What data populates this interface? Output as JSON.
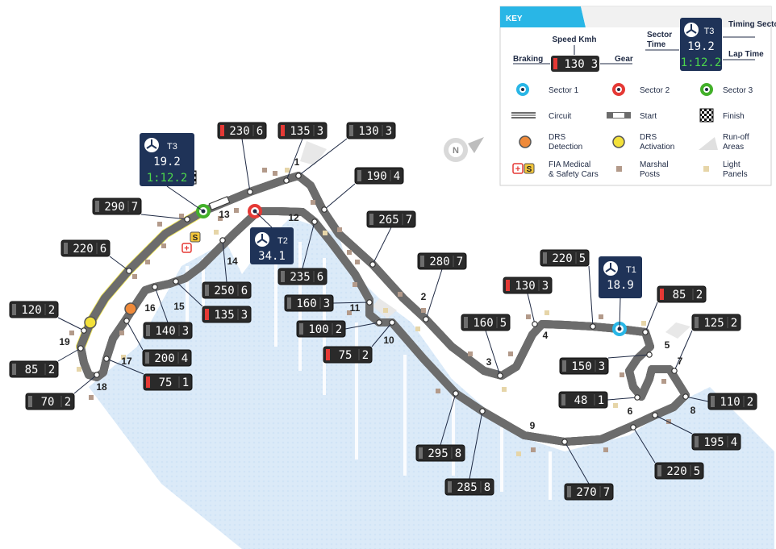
{
  "key": {
    "title": "KEY",
    "speed_label": "Speed Kmh",
    "braking_label": "Braking",
    "gear_label": "Gear",
    "sample_speed": "130",
    "sample_gear": "3",
    "sector_time_label": "Sector Time",
    "timing_sector_label": "Timing Sector",
    "lap_time_label": "Lap Time",
    "sample_sector": "T3",
    "sample_sector_time": "19.2",
    "sample_lap_time": "1:12.2",
    "items": [
      {
        "label": "Sector 1",
        "icon": "sector-1-icon"
      },
      {
        "label": "Sector 2",
        "icon": "sector-2-icon"
      },
      {
        "label": "Sector 3",
        "icon": "sector-3-icon"
      },
      {
        "label": "Circuit",
        "icon": "circuit-icon"
      },
      {
        "label": "Start",
        "icon": "start-icon"
      },
      {
        "label": "Finish",
        "icon": "finish-flag-icon"
      },
      {
        "label": "DRS Detection",
        "icon": "drs-detection-icon"
      },
      {
        "label": "DRS Activation",
        "icon": "drs-activation-icon"
      },
      {
        "label": "Run-off Areas",
        "icon": "runoff-icon"
      },
      {
        "label": "FIA Medical & Safety Cars",
        "icon": "medical-safety-icon"
      },
      {
        "label": "Marshal Posts",
        "icon": "marshal-post-icon"
      },
      {
        "label": "Light Panels",
        "icon": "light-panel-icon"
      }
    ],
    "colors": {
      "header": "#29b6e6",
      "sector1": "#29b6e6",
      "sector2": "#e53935",
      "sector3": "#43b02a",
      "drs_detection": "#ef8a3a",
      "drs_activation": "#f3e13a",
      "marshal": "#b39a8a",
      "light_panel": "#e6d5a8"
    }
  },
  "timing_sectors": [
    {
      "id": "T1",
      "time": "18.9"
    },
    {
      "id": "T2",
      "time": "34.1"
    },
    {
      "id": "T3",
      "time": "19.2",
      "lap_time": "1:12.2"
    }
  ],
  "turns": [
    "1",
    "2",
    "3",
    "4",
    "5",
    "6",
    "7",
    "8",
    "9",
    "10",
    "11",
    "12",
    "13",
    "14",
    "15",
    "16",
    "17",
    "18",
    "19"
  ],
  "speed_boxes": [
    {
      "speed": "230",
      "gear": "6",
      "braking": true
    },
    {
      "speed": "135",
      "gear": "3",
      "braking": true
    },
    {
      "speed": "130",
      "gear": "3",
      "braking": false
    },
    {
      "speed": "190",
      "gear": "4",
      "braking": false
    },
    {
      "speed": "265",
      "gear": "7",
      "braking": false
    },
    {
      "speed": "280",
      "gear": "7",
      "braking": false
    },
    {
      "speed": "220",
      "gear": "5",
      "braking": false
    },
    {
      "speed": "130",
      "gear": "3",
      "braking": true
    },
    {
      "speed": "85",
      "gear": "2",
      "braking": true
    },
    {
      "speed": "125",
      "gear": "2",
      "braking": false
    },
    {
      "speed": "160",
      "gear": "5",
      "braking": false
    },
    {
      "speed": "150",
      "gear": "3",
      "braking": false
    },
    {
      "speed": "48",
      "gear": "1",
      "braking": false
    },
    {
      "speed": "110",
      "gear": "2",
      "braking": false
    },
    {
      "speed": "195",
      "gear": "4",
      "braking": false
    },
    {
      "speed": "220",
      "gear": "5",
      "braking": false
    },
    {
      "speed": "270",
      "gear": "7",
      "braking": false
    },
    {
      "speed": "285",
      "gear": "8",
      "braking": false
    },
    {
      "speed": "295",
      "gear": "8",
      "braking": false
    },
    {
      "speed": "75",
      "gear": "2",
      "braking": true
    },
    {
      "speed": "100",
      "gear": "2",
      "braking": false
    },
    {
      "speed": "160",
      "gear": "3",
      "braking": false
    },
    {
      "speed": "235",
      "gear": "6",
      "braking": false
    },
    {
      "speed": "250",
      "gear": "6",
      "braking": false
    },
    {
      "speed": "135",
      "gear": "3",
      "braking": true
    },
    {
      "speed": "140",
      "gear": "3",
      "braking": false
    },
    {
      "speed": "200",
      "gear": "4",
      "braking": false
    },
    {
      "speed": "75",
      "gear": "1",
      "braking": true
    },
    {
      "speed": "290",
      "gear": "7",
      "braking": false
    },
    {
      "speed": "220",
      "gear": "6",
      "braking": false
    },
    {
      "speed": "120",
      "gear": "2",
      "braking": false
    },
    {
      "speed": "85",
      "gear": "2",
      "braking": false
    },
    {
      "speed": "70",
      "gear": "2",
      "braking": false
    }
  ]
}
